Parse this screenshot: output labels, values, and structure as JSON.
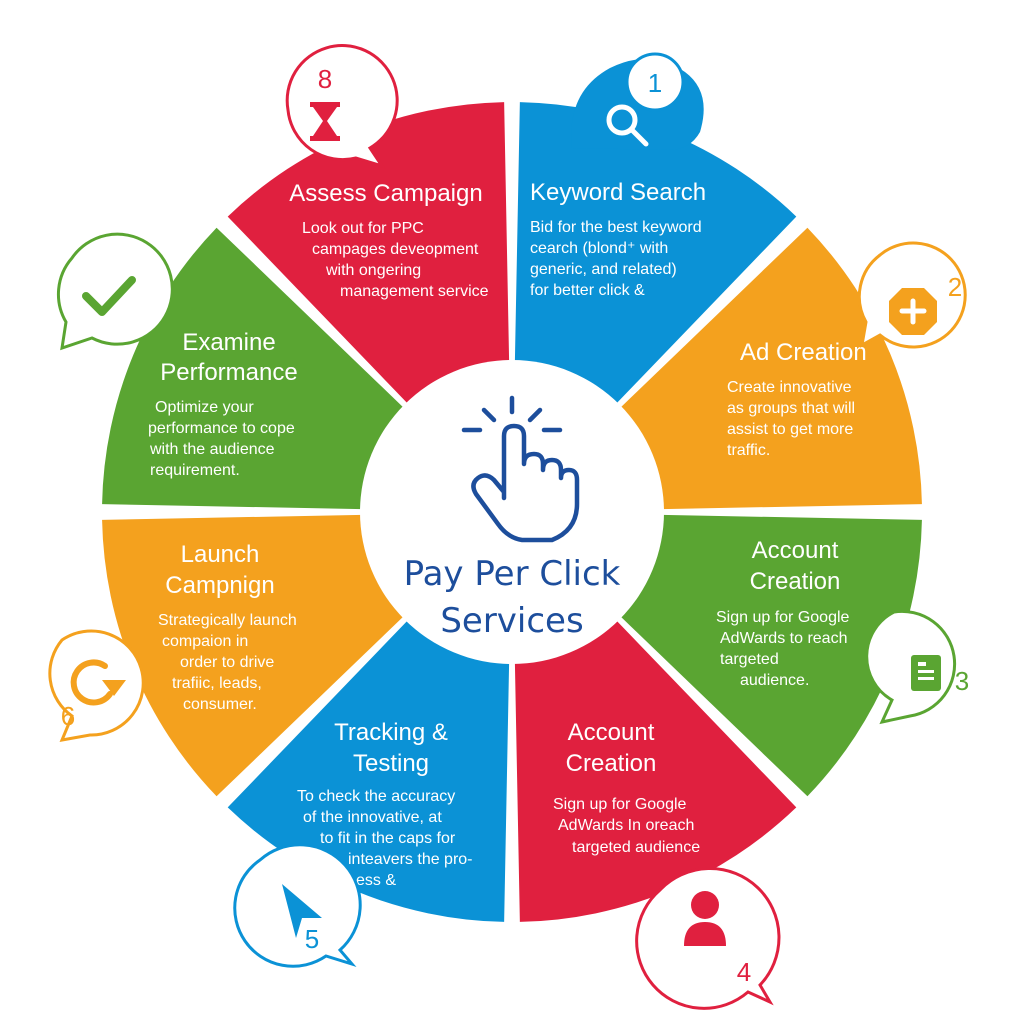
{
  "center": {
    "title_line1": "Pay Per Click",
    "title_line2": "Services",
    "icon": "pointer-hand-click-icon"
  },
  "colors": {
    "red": "#e0203f",
    "blue": "#0b92d6",
    "orange": "#f4a11e",
    "green": "#5aa532",
    "navy": "#1d4e9c"
  },
  "segments": [
    {
      "id": "keyword-search",
      "number": "1",
      "icon": "magnifier-icon",
      "title": [
        "Keyword Search"
      ],
      "text": [
        "Bid for the best keyword",
        "cearch (blond⁺ with",
        "generic, and related)",
        "for better click &"
      ]
    },
    {
      "id": "ad-creation",
      "number": "2",
      "icon": "plus-octagon-icon",
      "title": [
        "Ad Creation"
      ],
      "text": [
        "Create innovative",
        "as groups that will",
        "assist to get more",
        "traffic."
      ]
    },
    {
      "id": "account-creation-green",
      "number": "3",
      "icon": "id-card-icon",
      "title": [
        "Account",
        "Creation"
      ],
      "text": [
        "Sign up for Google",
        "AdWards to reach",
        "targeted",
        "audience."
      ]
    },
    {
      "id": "account-creation-red",
      "number": "4",
      "icon": "user-icon",
      "title": [
        "Account",
        "Creation"
      ],
      "text": [
        "Sign up for Google",
        "AdWards In oreach",
        "targeted audience"
      ]
    },
    {
      "id": "tracking-testing",
      "number": "5",
      "icon": "cursor-arrow-icon",
      "title": [
        "Tracking &",
        "Testing"
      ],
      "text": [
        "To check the accuracy",
        "of the innovative, at",
        "to fit in the caps for",
        "inteavers the pro-",
        "cess &"
      ]
    },
    {
      "id": "launch-campaign",
      "number": "6",
      "icon": "refresh-g-icon",
      "title": [
        "Launch",
        "Campnign"
      ],
      "text": [
        "Strategically launch",
        "compaion in",
        "order to drive",
        "trafiic, leads,",
        "consumer."
      ]
    },
    {
      "id": "examine-performance",
      "number": "",
      "icon": "checkmark-icon",
      "title": [
        "Examine",
        "Performance"
      ],
      "text": [
        "Optimize your",
        "performance to cope",
        "with the audience",
        "requirement."
      ]
    },
    {
      "id": "assess-campaign",
      "number": "8",
      "icon": "hourglass-icon",
      "title": [
        "Assess Campaign"
      ],
      "text": [
        "Look out for PPC",
        "campages deveopment",
        "with ongering",
        "management service"
      ]
    }
  ]
}
